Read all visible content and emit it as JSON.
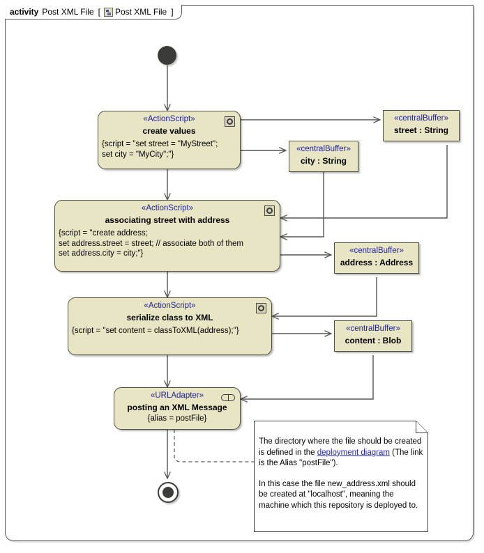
{
  "frame": {
    "keyword": "activity",
    "name": "Post XML File",
    "bracket_open": "[",
    "icon": "activity-diagram-icon",
    "inner_name": "Post XML File",
    "bracket_close": "]"
  },
  "colors": {
    "node_fill": "#e7e5c4",
    "node_border": "#4f4f3c",
    "stereotype_text": "#22229c",
    "link_text": "#2222cc",
    "connector": "#555555",
    "node_marker": "#3b3b38"
  },
  "nodes": {
    "initial": {
      "type": "initial-node"
    },
    "final": {
      "type": "activity-final-node"
    },
    "create_values": {
      "stereotype": "«ActionScript»",
      "name": "create values",
      "body": "{script = \"set street = \"MyStreet\";\nset city = \"MyCity\";\"}",
      "icon": "script-icon"
    },
    "associating": {
      "stereotype": "«ActionScript»",
      "name": "associating street with address",
      "body": "{script = \"create address;\nset address.street = street; // associate both of them\nset address.city = city;\"}",
      "icon": "script-icon"
    },
    "serialize": {
      "stereotype": "«ActionScript»",
      "name": "serialize class to XML",
      "body": "{script = \"set content = classToXML(address);\"}",
      "icon": "script-icon"
    },
    "posting": {
      "stereotype": "«URLAdapter»",
      "name": "posting an XML Message",
      "body": "{alias = postFile}",
      "icon": "socket-icon"
    },
    "buffer_street": {
      "stereotype": "«centralBuffer»",
      "name": "street : String"
    },
    "buffer_city": {
      "stereotype": "«centralBuffer»",
      "name": "city : String"
    },
    "buffer_address": {
      "stereotype": "«centralBuffer»",
      "name": "address : Address"
    },
    "buffer_content": {
      "stereotype": "«centralBuffer»",
      "name": "content : Blob"
    }
  },
  "note": {
    "p1_before": "The directory where the file should be created is defined in the ",
    "p1_link": "deployment diagram",
    "p1_after": " (The link is the Alias \"postFile\").",
    "p2": "In this case the file new_address.xml should be created at \"localhost\", meaning the machine which this repository is deployed to."
  }
}
